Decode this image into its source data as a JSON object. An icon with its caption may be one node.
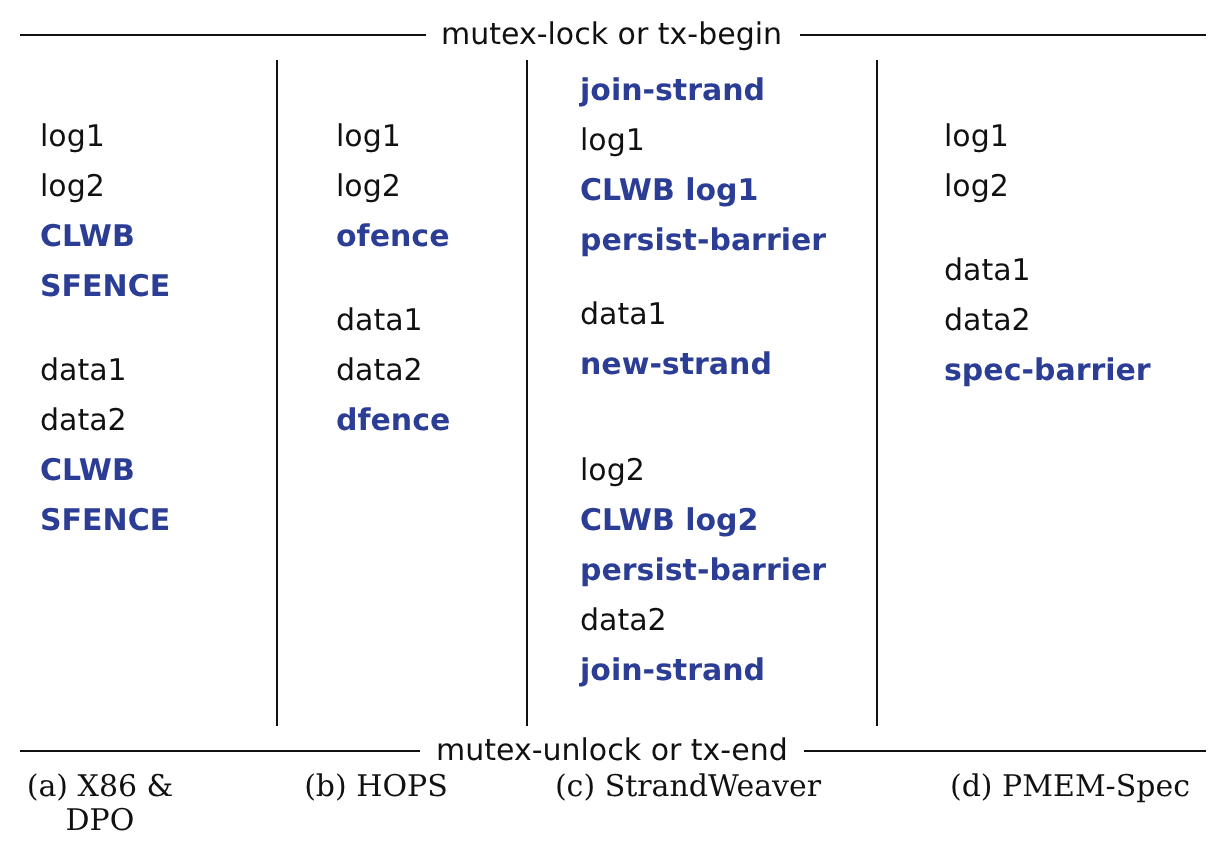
{
  "diagram": {
    "labels": [
      "mutex-lock or tx-begin",
      "log1",
      "log2",
      "CLWB",
      "SFENCE",
      "data1",
      "data2",
      "CLWB",
      "SFENCE",
      "log1",
      "log2",
      "ofence",
      "data1",
      "data2",
      "dfence",
      "join-strand",
      "log1",
      "CLWB log1",
      "persist-barrier",
      "data1",
      "new-strand",
      "log2",
      "CLWB log2",
      "persist-barrier",
      "data2",
      "join-strand",
      "log1",
      "log2",
      "data1",
      "data2",
      "spec-barrier",
      "mutex-unlock or tx-end",
      "(a) X86 & DPO",
      "(b) HOPS",
      "(c) StrandWeaver",
      "(d) PMEM-Spec"
    ]
  }
}
